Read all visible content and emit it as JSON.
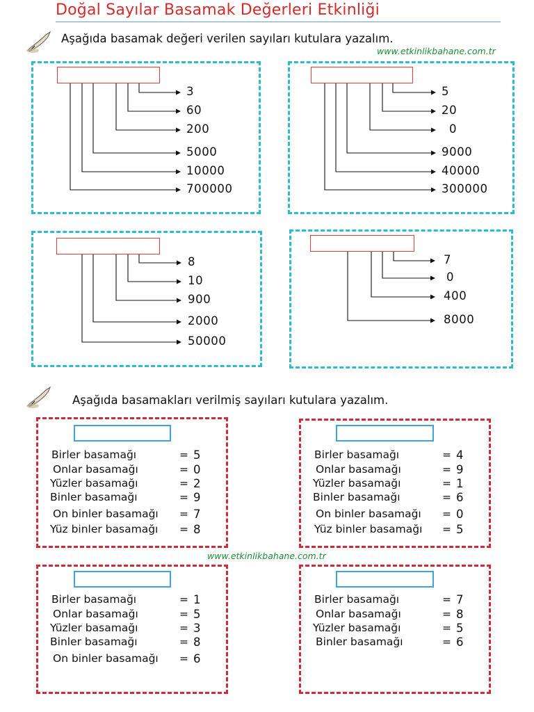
{
  "title": "Doğal Sayılar Basamak Değerleri Etkinliği",
  "section1": {
    "instruction": "Aşağıda basamak değeri verilen sayıları kutulara yazalım.",
    "website": "www.etkinlikbahane.com.tr",
    "exercises": [
      {
        "answer": "",
        "values": [
          "3",
          "60",
          "200",
          "5000",
          "10000",
          "700000"
        ]
      },
      {
        "answer": "",
        "values": [
          "5",
          "20",
          "0",
          "9000",
          "40000",
          "300000"
        ]
      },
      {
        "answer": "",
        "values": [
          "8",
          "10",
          "900",
          "2000",
          "50000"
        ]
      },
      {
        "answer": "",
        "values": [
          "7",
          "0",
          "400",
          "8000"
        ]
      }
    ]
  },
  "section2": {
    "instruction": "Aşağıda basamakları verilmiş sayıları kutulara yazalım.",
    "website": "www.etkinlikbahane.com.tr",
    "equals": "=",
    "exercises": [
      {
        "answer": "",
        "rows": [
          {
            "place": "Birler basamağı",
            "digit": "5"
          },
          {
            "place": "Onlar basamağı",
            "digit": "0"
          },
          {
            "place": "Yüzler basamağı",
            "digit": "2"
          },
          {
            "place": "Binler basamağı",
            "digit": "9"
          },
          {
            "place": "On binler basamağı",
            "digit": "7"
          },
          {
            "place": "Yüz binler basamağı",
            "digit": "8"
          }
        ]
      },
      {
        "answer": "",
        "rows": [
          {
            "place": "Birler basamağı",
            "digit": "4"
          },
          {
            "place": "Onlar basamağı",
            "digit": "9"
          },
          {
            "place": "Yüzler basamağı",
            "digit": "1"
          },
          {
            "place": "Binler basamağı",
            "digit": "6"
          },
          {
            "place": "On binler basamağı",
            "digit": "0"
          },
          {
            "place": "Yüz binler basamağı",
            "digit": "5"
          }
        ]
      },
      {
        "answer": "",
        "rows": [
          {
            "place": "Birler basamağı",
            "digit": "1"
          },
          {
            "place": "Onlar basamağı",
            "digit": "5"
          },
          {
            "place": "Yüzler basamağı",
            "digit": "3"
          },
          {
            "place": "Binler basamağı",
            "digit": "8"
          },
          {
            "place": "On binler basamağı",
            "digit": "6"
          }
        ]
      },
      {
        "answer": "",
        "rows": [
          {
            "place": "Birler basamağı",
            "digit": "7"
          },
          {
            "place": "Onlar basamağı",
            "digit": "8"
          },
          {
            "place": "Yüzler basamağı",
            "digit": "5"
          },
          {
            "place": "Binler basamağı",
            "digit": "6"
          }
        ]
      }
    ]
  }
}
